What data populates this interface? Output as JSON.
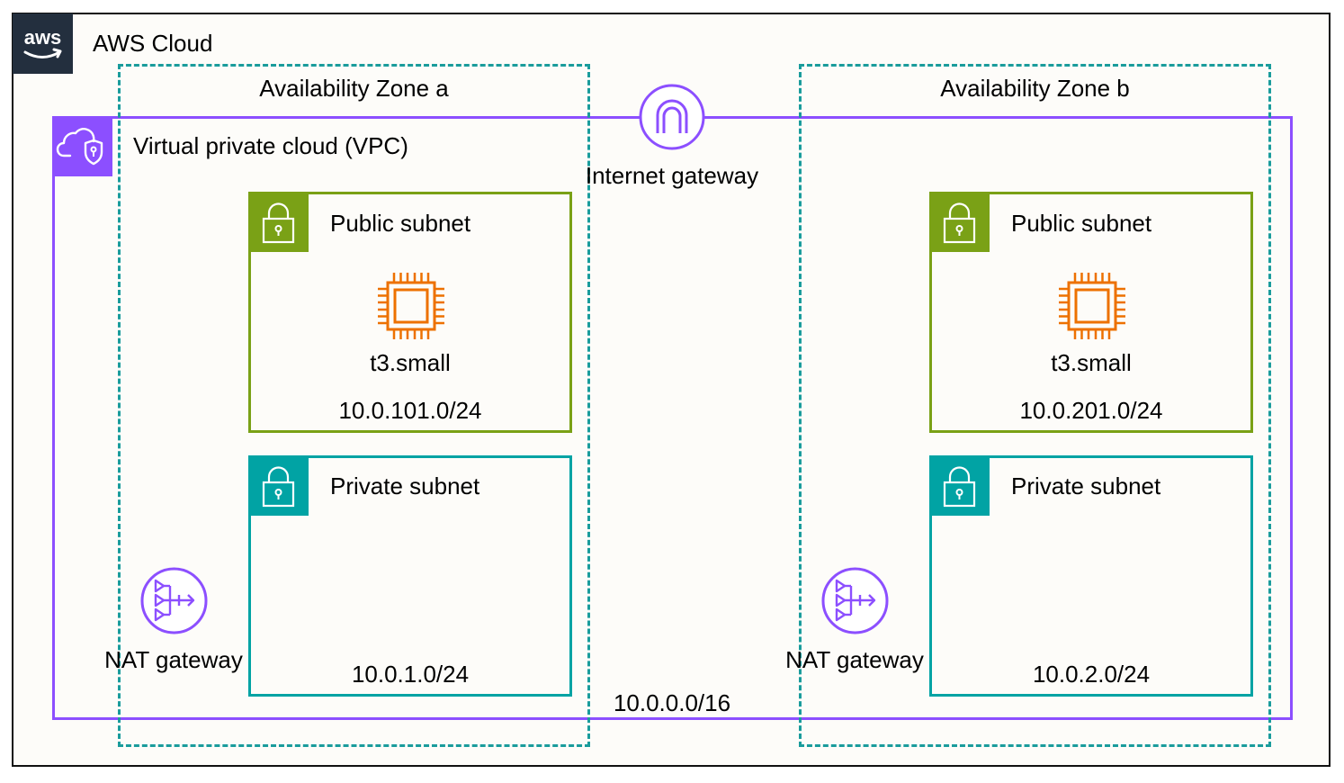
{
  "cloud": {
    "title": "AWS Cloud",
    "logo_text": "aws"
  },
  "zones": [
    {
      "label": "Availability Zone a"
    },
    {
      "label": "Availability Zone b"
    }
  ],
  "vpc": {
    "title": "Virtual private cloud (VPC)",
    "cidr": "10.0.0.0/16"
  },
  "internet_gateway": {
    "label": "Internet gateway"
  },
  "subnets": {
    "a_public": {
      "title": "Public subnet",
      "instance": "t3.small",
      "cidr": "10.0.101.0/24"
    },
    "a_private": {
      "title": "Private subnet",
      "cidr": "10.0.1.0/24"
    },
    "b_public": {
      "title": "Public subnet",
      "instance": "t3.small",
      "cidr": "10.0.201.0/24"
    },
    "b_private": {
      "title": "Private subnet",
      "cidr": "10.0.2.0/24"
    }
  },
  "nat_gateways": [
    {
      "label": "NAT gateway"
    },
    {
      "label": "NAT gateway"
    }
  ],
  "colors": {
    "vpc": "#8c4fff",
    "public_subnet": "#7aa116",
    "private_subnet": "#01a3a4",
    "availability_zone": "#1a9c9c",
    "ec2": "#ed7100",
    "aws_logo_bg": "#232f3e"
  }
}
